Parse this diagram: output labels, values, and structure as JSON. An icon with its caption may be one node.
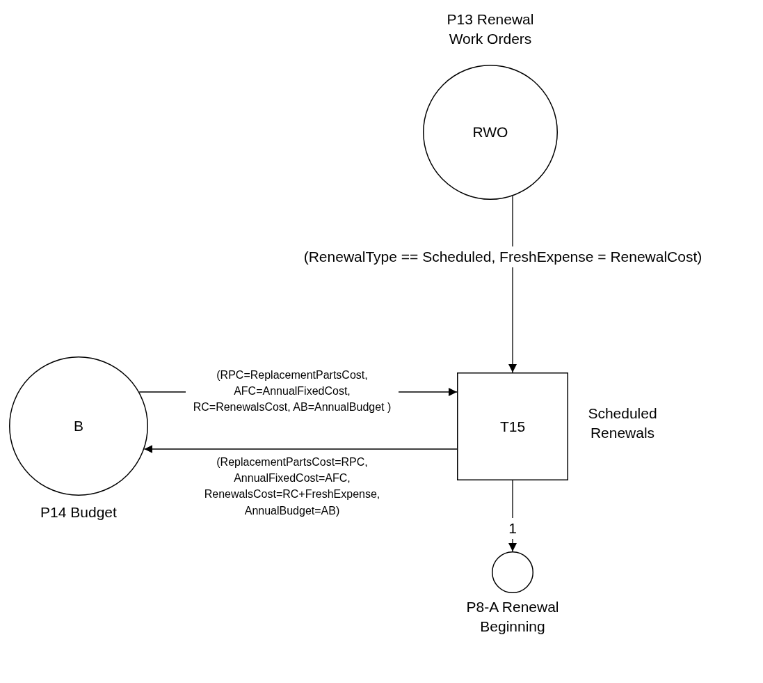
{
  "diagram": {
    "nodes": [
      {
        "text": [
          "RWO"
        ],
        "beside": [
          "P13 Renewal Work Orders"
        ]
      },
      {
        "text": [
          "B"
        ],
        "beside": [
          "P14 Budget"
        ]
      },
      {
        "text": [
          "T15"
        ],
        "beside": [
          "Scheduled Renewals"
        ]
      },
      {
        "text": [],
        "shape": "circle",
        "beside": [
          "P8-A Renewal Beginning"
        ]
      }
    ],
    "edges": [
      {
        "from": 0,
        "to": 2,
        "arrow": "to",
        "label": "(RenewalType == Scheduled, FreshExpense = RenewalCost)"
      },
      {
        "from": 1,
        "to": 2,
        "arrow": "to",
        "label": "(RPC=ReplacementPartsCost, AFC=AnnualFixedCost, RC=RenewalsCost, AB=AnnualBudget )"
      },
      {
        "from": 2,
        "to": 1,
        "arrow": "to",
        "label": "(ReplacementPartsCost=RPC, AnnualFixedCost=AFC, RenewalsCost=RC+FreshExpense, AnnualBudget=AB)"
      },
      {
        "from": 2,
        "to": 3,
        "arrow": "to",
        "label": "1"
      }
    ]
  }
}
